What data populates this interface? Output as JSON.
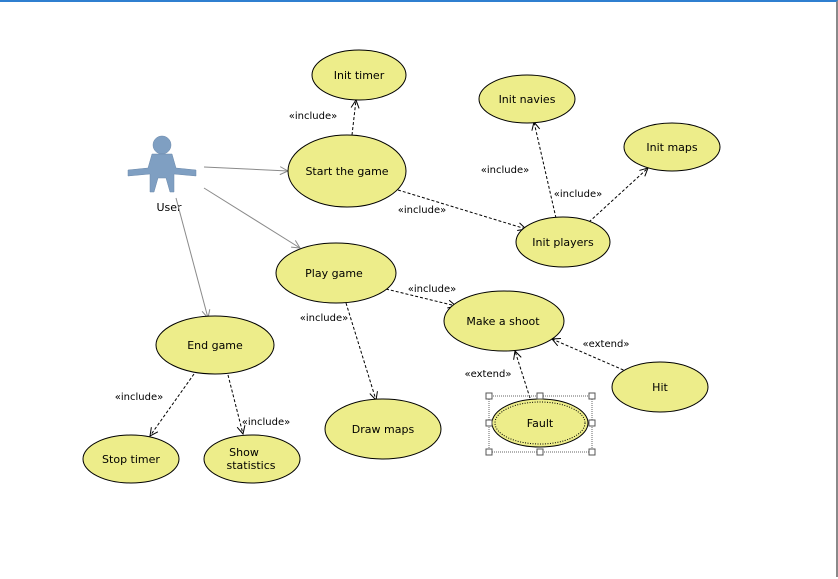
{
  "actor": {
    "label": "User",
    "color": "#7f9fc2"
  },
  "use_cases": {
    "init_timer": "Init timer",
    "start_game": "Start the game",
    "init_navies": "Init navies",
    "init_maps": "Init maps",
    "init_players": "Init players",
    "play_game": "Play game",
    "make_shoot": "Make a shoot",
    "end_game": "End game",
    "draw_maps": "Draw maps",
    "hit": "Hit",
    "fault": "Fault",
    "stop_timer": "Stop timer",
    "show_statistics_line1": "Show",
    "show_statistics_line2": "statistics"
  },
  "relations": {
    "start_init_timer": "«include»",
    "players_init_navies": "«include»",
    "players_init_maps": "«include»",
    "start_init_players": "«include»",
    "play_make_shoot": "«include»",
    "play_draw_maps": "«include»",
    "hit_make_shoot": "«extend»",
    "fault_make_shoot": "«extend»",
    "end_stop_timer": "«include»",
    "end_show_statistics": "«include»"
  },
  "colors": {
    "use_case_fill": "#eded8a",
    "frame_top": "#2f7fd0"
  }
}
